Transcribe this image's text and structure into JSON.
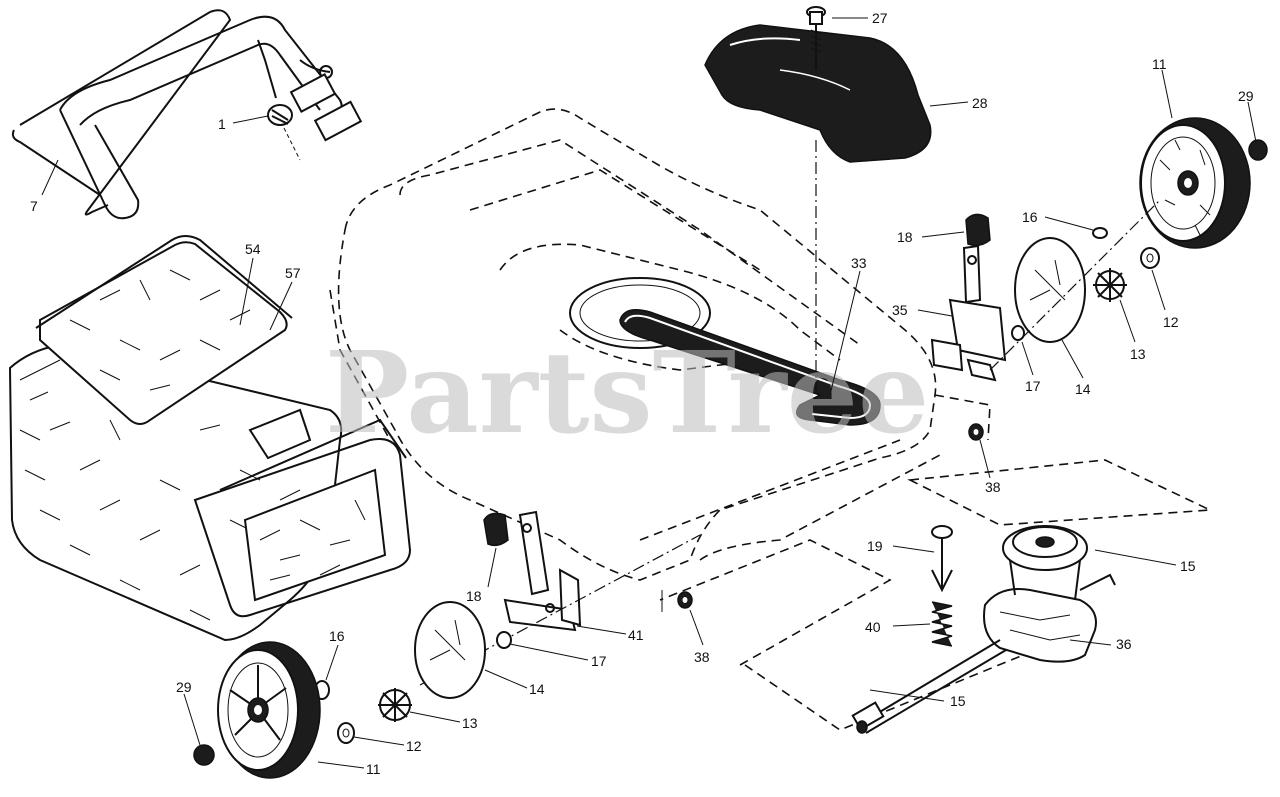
{
  "watermark": "PartsTree",
  "callouts": {
    "c1": "1",
    "c7": "7",
    "c27": "27",
    "c28": "28",
    "c11_top": "11",
    "c29_top": "29",
    "c16_top": "16",
    "c18_top": "18",
    "c33": "33",
    "c35": "35",
    "c12_top": "12",
    "c13_top": "13",
    "c17_top": "17",
    "c14_top": "14",
    "c54": "54",
    "c57": "57",
    "c38_top": "38",
    "c19": "19",
    "c15_top": "15",
    "c18_bottom": "18",
    "c41": "41",
    "c38_bottom": "38",
    "c40": "40",
    "c36": "36",
    "c16_bottom": "16",
    "c17_bottom": "17",
    "c29_bottom": "29",
    "c14_bottom": "14",
    "c15_bottom": "15",
    "c13_bottom": "13",
    "c12_bottom": "12",
    "c11_bottom": "11"
  }
}
